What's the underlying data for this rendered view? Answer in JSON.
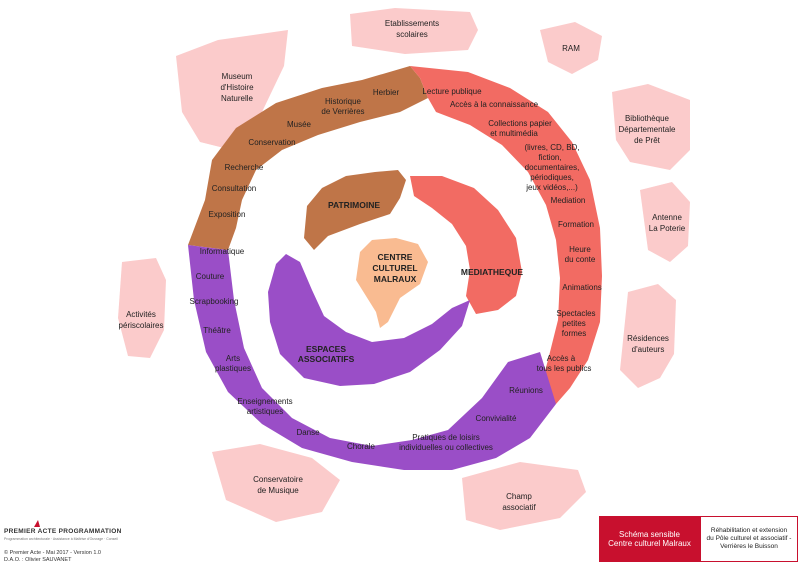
{
  "center": {
    "line1": "CENTRE",
    "line2": "CULTUREL",
    "line3": "MALRAUX"
  },
  "poles": {
    "patrimoine": "PATRIMOINE",
    "mediatheque": "MEDIATHEQUE",
    "espaces_line1": "ESPACES",
    "espaces_line2": "ASSOCIATIFS"
  },
  "brown_ring": [
    "Herbier",
    "Historique",
    "de Verrières",
    "Musée",
    "Conservation",
    "Recherche",
    "Consultation",
    "Exposition"
  ],
  "red_ring": [
    "Lecture publique",
    "Accès à la connaissance",
    "Collections papier",
    "et multimédia",
    "(livres, CD, BD,",
    "fiction,",
    "documentaires,",
    "périodiques,",
    "jeux vidéos,...)",
    "Mediation",
    "Formation",
    "Heure",
    "du conte",
    "Animations",
    "Spectacles",
    "petites",
    "formes",
    "Accès à",
    "tous les publics"
  ],
  "purple_ring": [
    "Informatique",
    "Couture",
    "Scrapbooking",
    "Théâtre",
    "Arts",
    "plastiques",
    "Enseignements",
    "artistiques",
    "Danse",
    "Chorale",
    "Pratiques de loisirs",
    "individuelles ou collectives",
    "Convivialité",
    "Réunions"
  ],
  "partners": {
    "etablissements": [
      "Etablissements",
      "scolaires"
    ],
    "ram": [
      "RAM"
    ],
    "bibliotheque": [
      "Bibliothèque",
      "Départementale",
      "de Prêt"
    ],
    "antenne": [
      "Antenne",
      "La Poterie"
    ],
    "residences": [
      "Résidences",
      "d'auteurs"
    ],
    "champ": [
      "Champ",
      "associatif"
    ],
    "conservatoire": [
      "Conservatoire",
      "de Musique"
    ],
    "activites": [
      "Activités",
      "périscolaires"
    ],
    "museum": [
      "Museum",
      "d'Histoire",
      "Naturelle"
    ]
  },
  "footer": {
    "logo_main": "PREMIER ACTE PROGRAMMATION",
    "logo_sub": "Programmation architecturale · Assistance à Maîtrise d'Ouvrage · Conseil",
    "copyright": "© Premier Acte - Mai 2017 - Version 1.0",
    "dao": "D.A.O. : Olivier SAUVANET"
  },
  "title_box": {
    "red_line1": "Schéma sensible",
    "red_line2": "Centre culturel Malraux",
    "white_line1": "Réhabilitation et extension",
    "white_line2": "du Pôle culturel et associatif -",
    "white_line3": "Verrières le Buisson"
  },
  "colors": {
    "brown": "#bf7548",
    "red": "#f26b63",
    "purple": "#9a4ec7",
    "peach": "#f9bb91",
    "pale_pink": "#fbcbcb",
    "title_red": "#c8102e"
  }
}
